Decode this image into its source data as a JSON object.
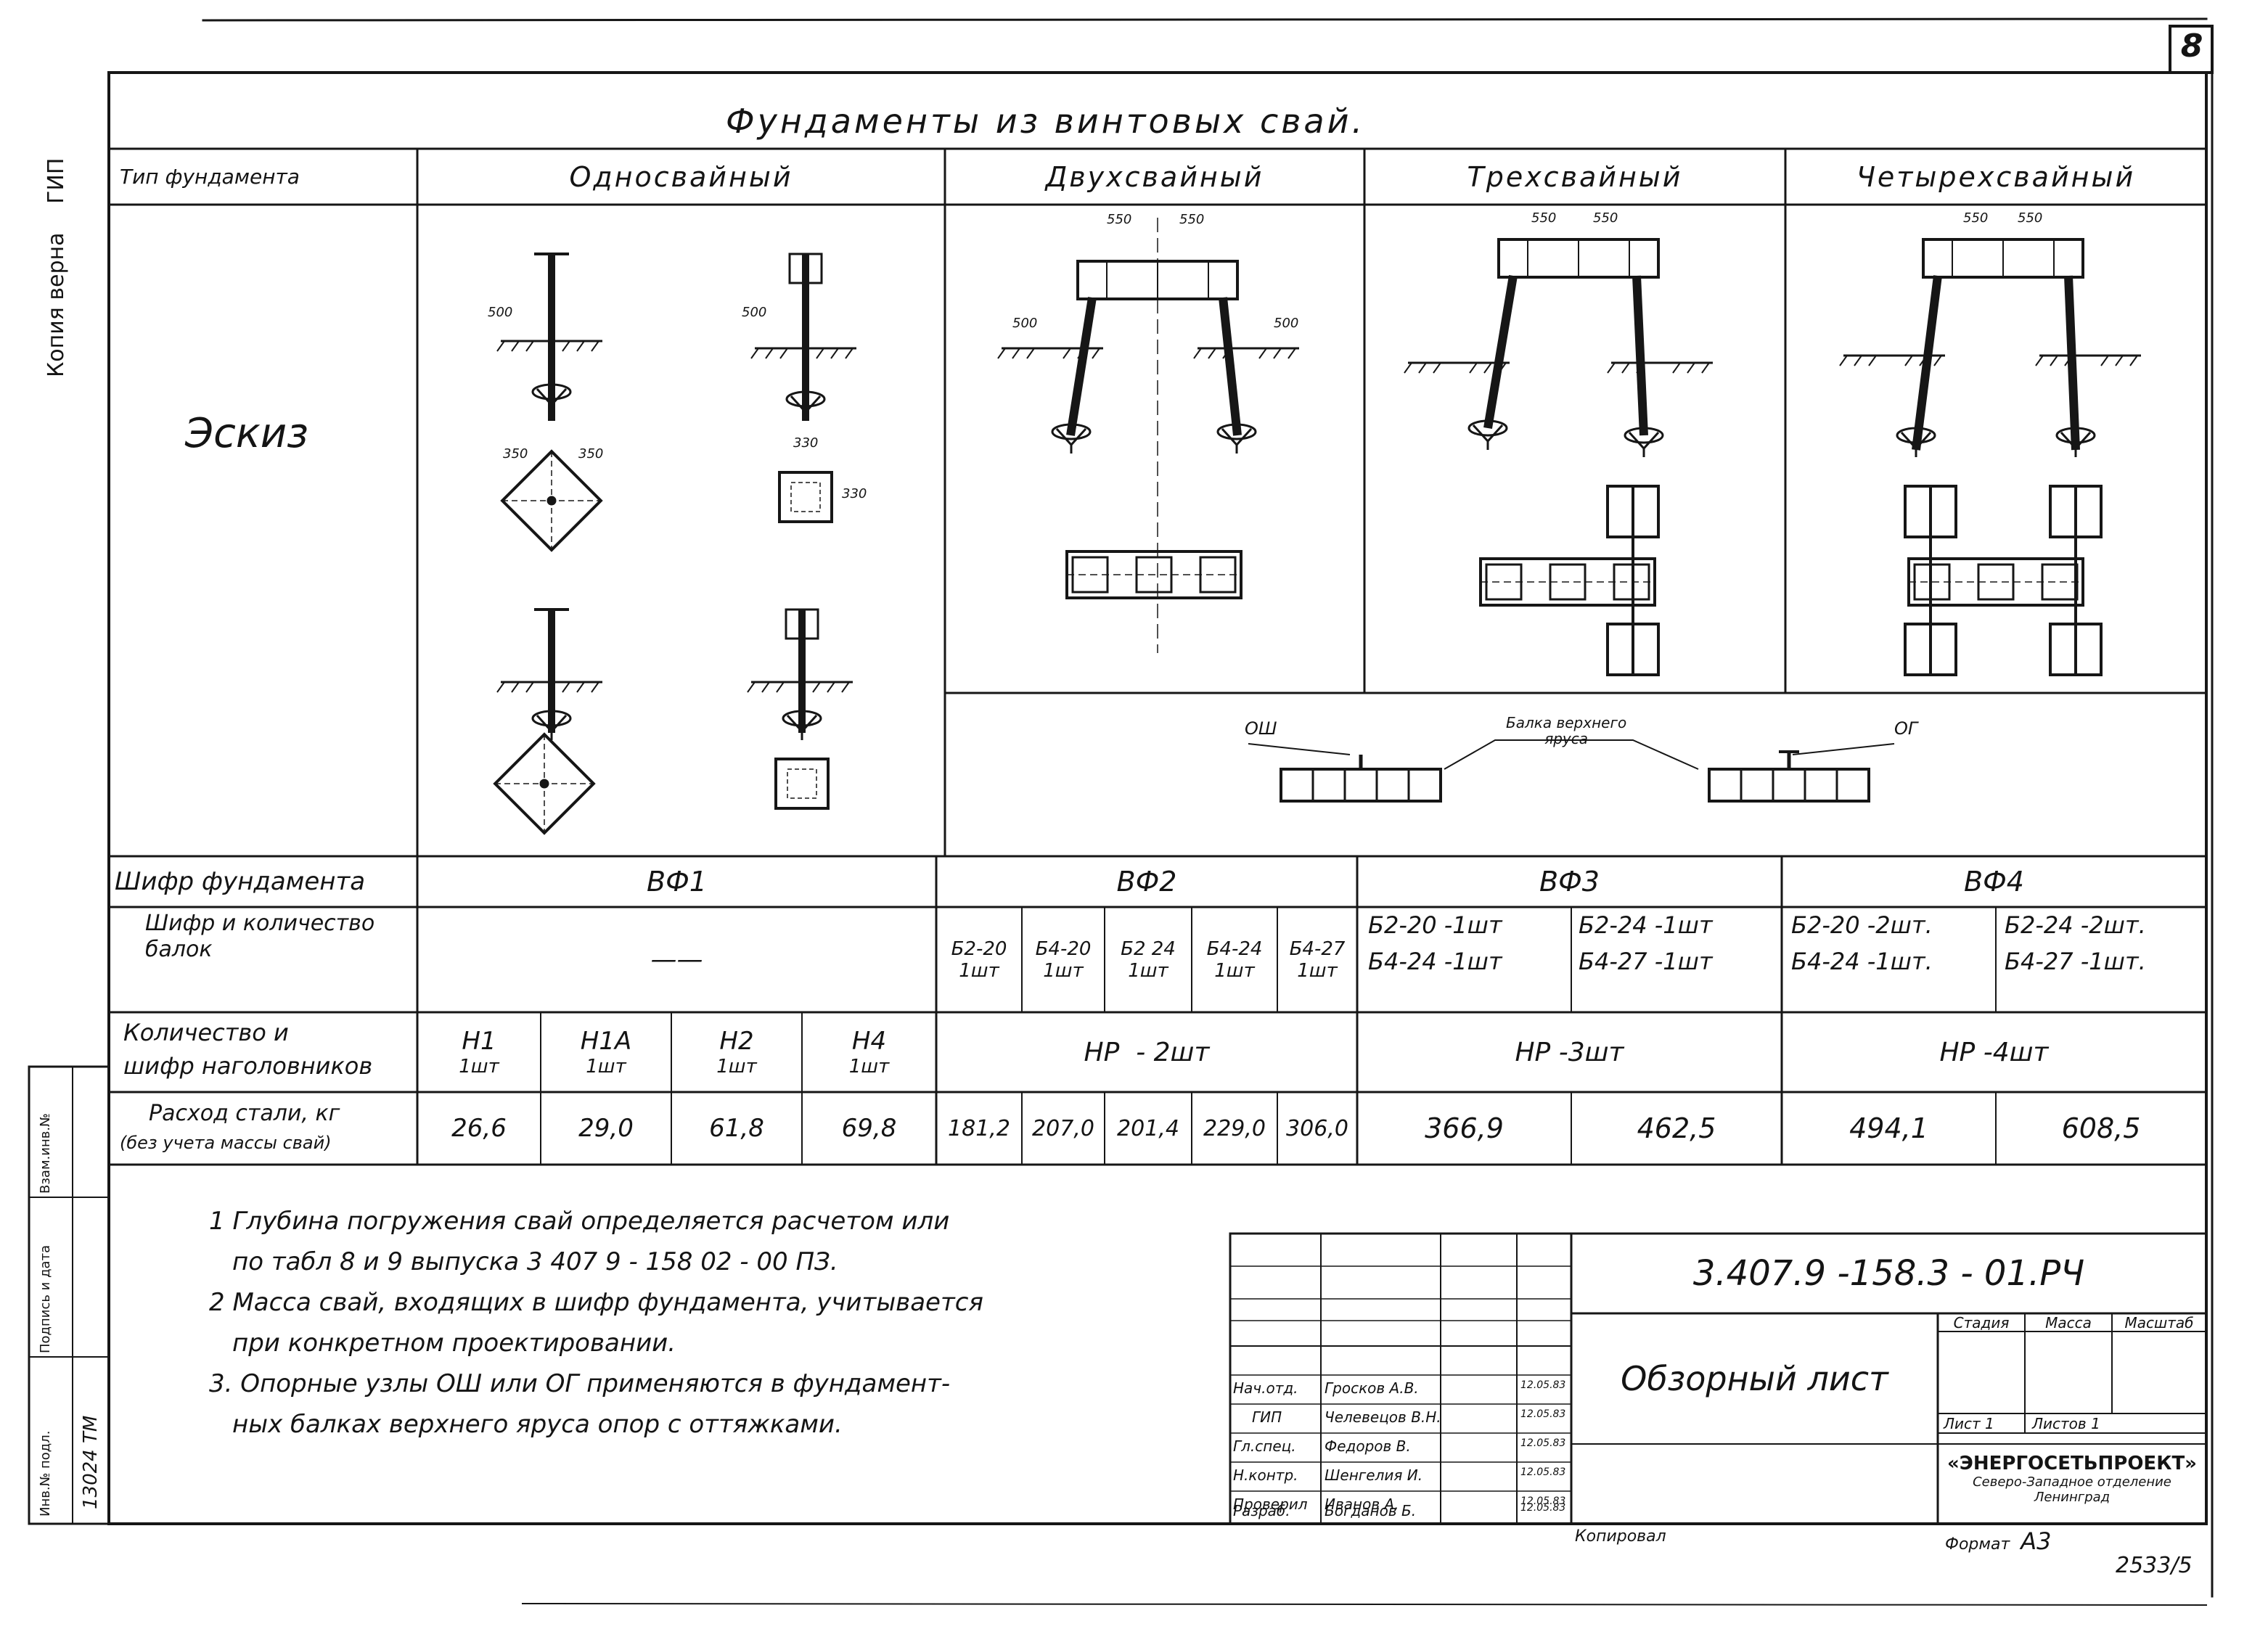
{
  "sheet": {
    "number": "8",
    "title": "Фундаменты из винтовых свай.",
    "side_note": "Копия верна",
    "side_role": "ГИП",
    "bottom_right_mark": "2533/5",
    "bottom_label_left": "Копировал",
    "bottom_label_right": "Формат",
    "format": "А3"
  },
  "left_strip": {
    "labels": [
      "Взам.инв.№",
      "Подпись и дата",
      "Инв.№ подл."
    ],
    "inv_value": "13024 ТМ"
  },
  "table": {
    "header_label": "Тип фундамента",
    "types": [
      "Односвайный",
      "Двухсвайный",
      "Трехсвайный",
      "Четырехсвайный"
    ],
    "sketch_label": "Эскиз",
    "codes_label": "Шифр фундамента",
    "codes": [
      "ВФ1",
      "ВФ2",
      "ВФ3",
      "ВФ4"
    ],
    "beams_label": "Шифр и количество балок",
    "beams_single": "——",
    "beams_vf2": [
      {
        "code": "Б2-20",
        "qty": "1шт"
      },
      {
        "code": "Б4-20",
        "qty": "1шт"
      },
      {
        "code": "Б2 24",
        "qty": "1шт"
      },
      {
        "code": "Б4-24",
        "qty": "1шт"
      },
      {
        "code": "Б4-27",
        "qty": "1шт"
      }
    ],
    "beams_vf3": [
      {
        "l1": "Б2-20 -1шт",
        "l2": "Б4-24 -1шт"
      },
      {
        "l1": "Б2-24 -1шт",
        "l2": "Б4-27 -1шт"
      }
    ],
    "beams_vf4": [
      {
        "l1": "Б2-20 -2шт.",
        "l2": "Б4-24 -1шт."
      },
      {
        "l1": "Б2-24 -2шт.",
        "l2": "Б4-27 -1шт."
      }
    ],
    "caps_label_1": "Количество и",
    "caps_label_2": "шифр наголовников",
    "caps_single": [
      {
        "code": "Н1",
        "qty": "1шт"
      },
      {
        "code": "Н1А",
        "qty": "1шт"
      },
      {
        "code": "Н2",
        "qty": "1шт"
      },
      {
        "code": "Н4",
        "qty": "1шт"
      }
    ],
    "caps_vf2": "НР  - 2шт",
    "caps_vf3": "НР -3шт",
    "caps_vf4": "НР -4шт",
    "steel_label_1": "Расход стали, кг",
    "steel_label_2": "(без учета массы свай)",
    "steel_vf1": [
      "26,6",
      "29,0",
      "61,8",
      "69,8"
    ],
    "steel_vf2": [
      "181,2",
      "207,0",
      "201,4",
      "229,0",
      "306,0"
    ],
    "steel_vf3": [
      "366,9",
      "462,5"
    ],
    "steel_vf4": [
      "494,1",
      "608,5"
    ]
  },
  "sketch_labels": {
    "dim_330": "330",
    "dim_350": "350",
    "dim_500": "500",
    "dim_550": "550",
    "osh": "ОШ",
    "og": "ОГ",
    "beam_caption_1": "Балка верхнего",
    "beam_caption_2": "яруса"
  },
  "notes": [
    "1 Глубина погружения свай определяется расчетом или",
    "по табл 8 и 9 выпуска 3 407 9 - 158 02 - 00 ПЗ.",
    "2 Масса свай, входящих в шифр фундамента, учитывается",
    "при конкретном проектировании.",
    "3. Опорные узлы ОШ или ОГ применяются в фундамент-",
    "ных балках верхнего яруса опор с оттяжками."
  ],
  "title_block": {
    "doc_code": "3.407.9 -158.3 - 01.РЧ",
    "doc_name": "Обзорный лист",
    "stage_label": "Стадия",
    "mass_label": "Масса",
    "scale_label": "Масштаб",
    "sheet_label": "Лист 1",
    "sheets_label": "Листов 1",
    "org_name": "«ЭНЕРГОСЕТЬПРОЕКТ»",
    "org_sub_1": "Северо-Западное отделение",
    "org_sub_2": "Ленинград",
    "signers": [
      {
        "role": "Нач.отд.",
        "name": "Гросков А.В.",
        "date": "12.05.83"
      },
      {
        "role": "ГИП",
        "name": "Челевецов В.Н.",
        "date": "12.05.83"
      },
      {
        "role": "Гл.спец.",
        "name": "Федоров В.",
        "date": "12.05.83"
      },
      {
        "role": "Н.контр.",
        "name": "Шенгелия И.",
        "date": "12.05.83"
      },
      {
        "role": "Проверил",
        "name": "Иванов А.",
        "date": "12.05.83"
      },
      {
        "role": "Разраб.",
        "name": "Богданов Б.",
        "date": "12.05.83"
      }
    ]
  }
}
